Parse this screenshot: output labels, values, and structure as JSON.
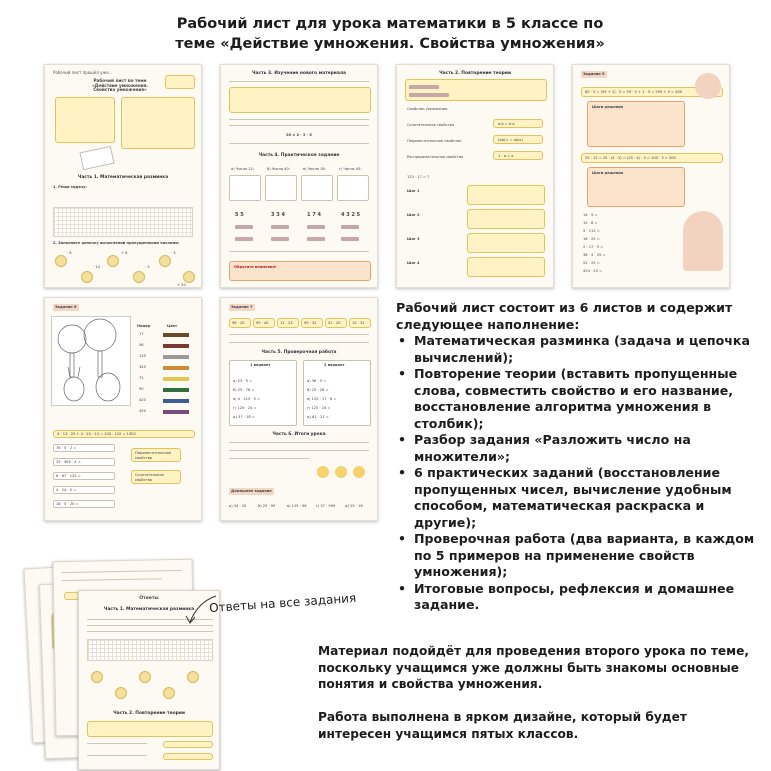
{
  "title_line1": "Рабочий лист для урока математики в 5 классе по",
  "title_line2": "теме «Действие умножения. Свойства умножения»",
  "sheet1": {
    "header": "Рабочий лист прошёл уже...",
    "heading": "Рабочий лист по теме «Действие умножения. Свойства умножения»",
    "section": "Часть 1. Математическая разминка",
    "task": "1. Реши задачу:",
    "task2": "2. Заполните цепочку вычислений пропущенными числами:",
    "chain_values": [
      "· 6",
      "· 14",
      "+ 8",
      ": 5",
      "· 3",
      "+ 20"
    ]
  },
  "sheet2": {
    "section": "Часть 3. Изучение нового материала",
    "section2": "Часть 4. Практическое задание",
    "eq": "20 = 2 · 2 · 5",
    "labels": [
      "а) Число 12:",
      "б) Число 40:",
      "в) Число 18:",
      "г) Число 45:"
    ],
    "column_nums": [
      "5 5",
      "3 3 4",
      "1 7 4",
      "4 3 2 5"
    ],
    "note": "Обратите внимание!"
  },
  "sheet3": {
    "section": "Часть 2. Повторение теории",
    "rows": [
      "Свойство умножения",
      "Сочетательное свойство",
      "Переместительное свойство",
      "Распределительное свойство"
    ],
    "formulas": [
      "a·b = b·a",
      "(ab)·c = a(bc)",
      "1 · a = a"
    ],
    "steps": [
      "Шаг 1",
      "Шаг 2",
      "Шаг 3",
      "Шаг 4"
    ],
    "sample": "123 · 17 = ?"
  },
  "sheet4": {
    "label": "Задание 5",
    "expr1": "60 · 5 = (59 + 1) · 5 = 59 · 5 + 1 · 5 = 295 + 5 = 300",
    "box1": "Шаги решения",
    "expr2": "25 · 12 = 25 · (4 · 3) = (25 · 4) · 3 = 100 · 3 = 300",
    "box2": "Шаги решения",
    "items": [
      "14 · 5 =",
      "15 · 8 =",
      "5 · 112 =",
      "16 · 25 =",
      "2 · 17 · 5 =",
      "38 · 4 · 25 =",
      "52 · 25 =",
      "424 · 25 ="
    ]
  },
  "sheet5": {
    "label": "Задание 6",
    "col_headers": [
      "Номер",
      "Цвет"
    ],
    "numbers": [
      "17",
      "56",
      "135",
      "345",
      "72",
      "90",
      "420",
      "450"
    ],
    "colors": [
      "#6b4a2a",
      "#7a3b2e",
      "#9a9a9a",
      "#d08a3a",
      "#e3c64c",
      "#2f6f3c",
      "#3e5c9a",
      "#7c4a7a"
    ],
    "expr": "4 · 13 · 25 + 4 · 25 · 13 = 100 · 120 = 1300",
    "box1": "Переместительное свойство",
    "box2": "Сочетательное свойство",
    "items": [
      "76 · 5 · 2 =",
      "25 · 465 · 4 =",
      "8 · 67 · 125 =",
      "4 · 24 · 5 =",
      "18 · 5 · 20 ="
    ]
  },
  "sheet6": {
    "label": "Задание 7",
    "pairs": [
      "96 · 25",
      "99 · 40",
      "11 · 23",
      "99 · 32",
      "51 · 20",
      "15 · 31"
    ],
    "section": "Часть 5. Проверочная работа",
    "variant1": "1 вариант",
    "variant2": "2 вариант",
    "v1_items": [
      "а) 23 · 5 =",
      "б) 25 · 76 =",
      "в) 4 · 215 · 5 =",
      "г) 125 · 24 =",
      "д) 37 · 18 ="
    ],
    "v2_items": [
      "а) 36 · 5 =",
      "б) 25 · 28 =",
      "в) 125 · 17 · 8 =",
      "г) 125 · 24 =",
      "д) 61 · 21 ="
    ],
    "section2": "Часть 6. Итоги урока",
    "homework": "Домашнее задание",
    "hw_items": [
      "а) 34 · 25",
      "б) 25 · 99",
      "в) 125 · 96",
      "г) 37 · 999",
      "д) 25 · 16"
    ]
  },
  "summary_intro": "Рабочий лист состоит из 6 листов и содержит следующее наполнение:",
  "summary_items": [
    "Математическая разминка (задача и цепочка вычислений);",
    "Повторение теории (вставить пропущенные слова, совместить свойство и его название, восстановление алгоритма умножения в столбик);",
    "Разбор задания «Разложить число на множители»;",
    "6 практических заданий (восстановление пропущенных чисел, вычисление удобным способом, математическая раскраска и другие);",
    "Проверочная работа (два варианта, в каждом по 5 примеров на применение свойств умножения);",
    "Итоговые вопросы, рефлексия и домашнее задание."
  ],
  "answers_label": "Ответы на все задания",
  "answers_sheet": {
    "title": "Ответы",
    "section": "Часть 1. Математическая разминка",
    "section2": "Часть 2. Повторение теории"
  },
  "paragraph1": "Материал подойдёт для проведения второго урока по теме, поскольку учащимся уже должны быть знакомы основные понятия и свойства умножения.",
  "paragraph2": "Работа выполнена в ярком дизайне, который будет интересен учащимся пятых классов."
}
